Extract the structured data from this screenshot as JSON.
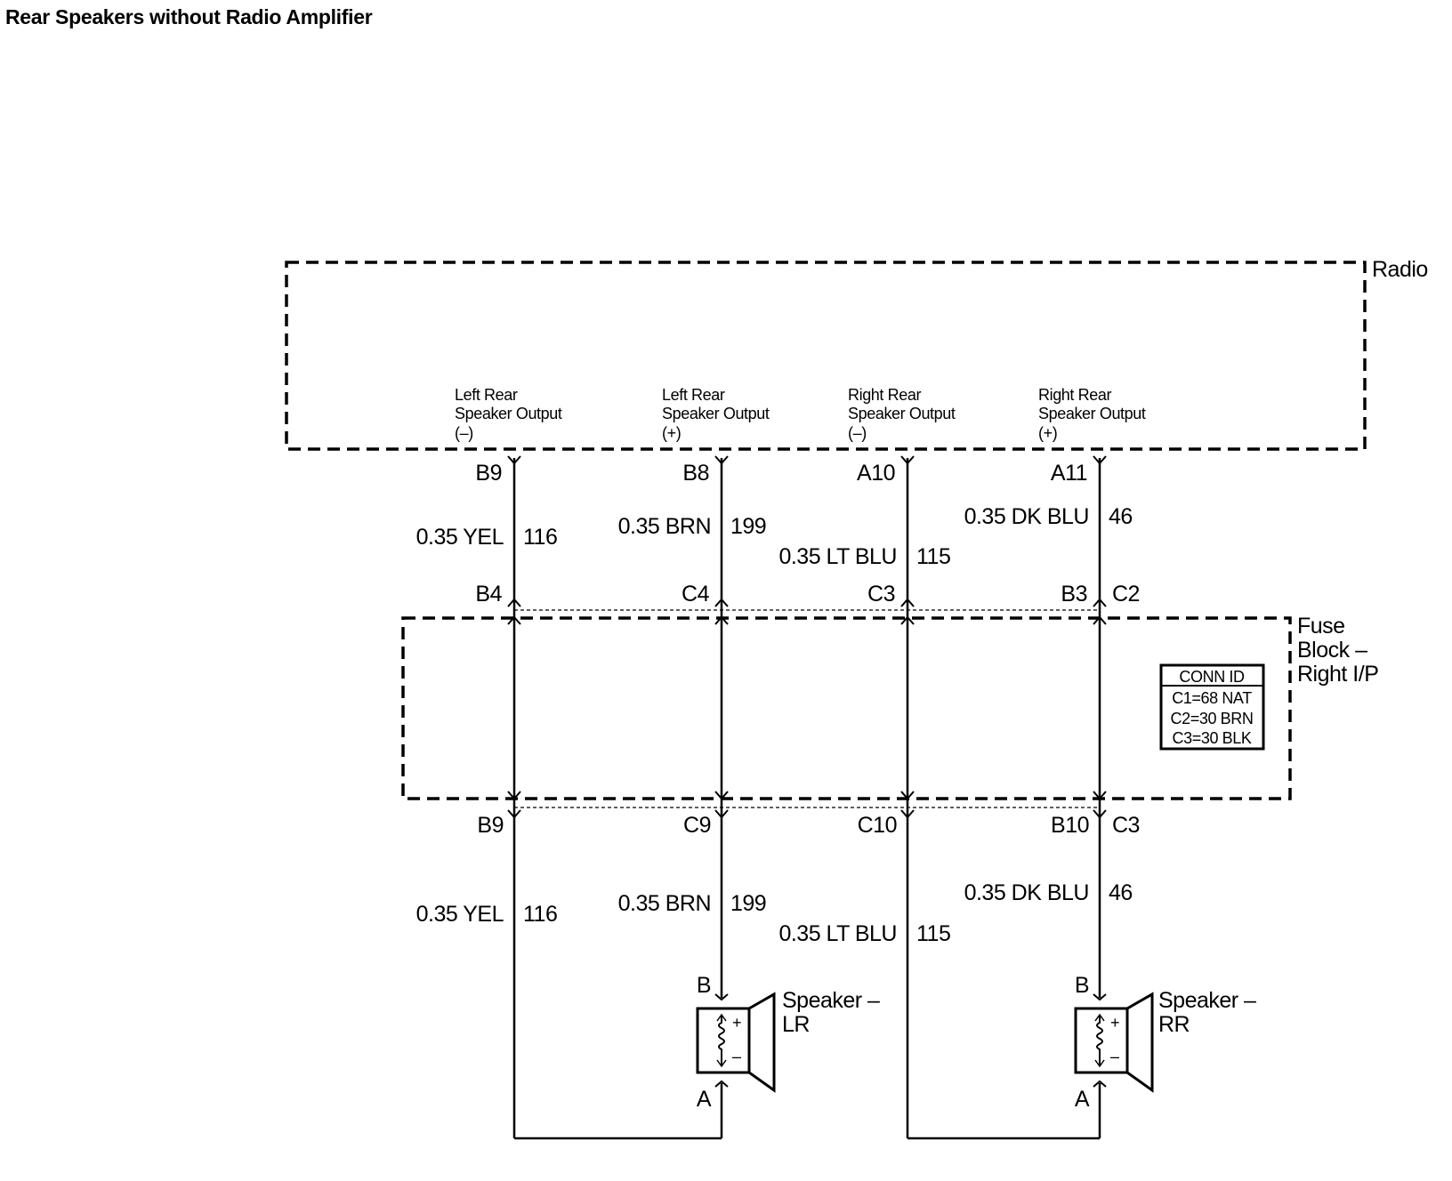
{
  "title": "Rear Speakers without Radio Amplifier",
  "radio": {
    "label": "Radio",
    "outputs": [
      {
        "line1": "Left Rear",
        "line2": "Speaker Output",
        "line3": "(–)"
      },
      {
        "line1": "Left Rear",
        "line2": "Speaker Output",
        "line3": "(+)"
      },
      {
        "line1": "Right Rear",
        "line2": "Speaker Output",
        "line3": "(–)"
      },
      {
        "line1": "Right Rear",
        "line2": "Speaker Output",
        "line3": "(+)"
      }
    ]
  },
  "fuse_block": {
    "label_line1": "Fuse",
    "label_line2": "Block –",
    "label_line3": "Right I/P",
    "conn_id": {
      "header": "CONN ID",
      "rows": [
        "C1=68 NAT",
        "C2=30 BRN",
        "C3=30 BLK"
      ]
    }
  },
  "circuits": [
    {
      "radio_pin": "B9",
      "fb_top_pin": "B4",
      "fb_top_conn": "",
      "fb_bottom_pin": "B9",
      "fb_bottom_conn": "",
      "wire_top": "0.35 YEL",
      "circuit_top": "116",
      "wire_bottom": "0.35 YEL",
      "circuit_bottom": "116"
    },
    {
      "radio_pin": "B8",
      "fb_top_pin": "C4",
      "fb_top_conn": "",
      "fb_bottom_pin": "C9",
      "fb_bottom_conn": "",
      "wire_top": "0.35 BRN",
      "circuit_top": "199",
      "wire_bottom": "0.35 BRN",
      "circuit_bottom": "199"
    },
    {
      "radio_pin": "A10",
      "fb_top_pin": "C3",
      "fb_top_conn": "",
      "fb_bottom_pin": "C10",
      "fb_bottom_conn": "",
      "wire_top": "0.35 LT BLU",
      "circuit_top": "115",
      "wire_bottom": "0.35 LT BLU",
      "circuit_bottom": "115"
    },
    {
      "radio_pin": "A11",
      "fb_top_pin": "B3",
      "fb_top_conn": "C2",
      "fb_bottom_pin": "B10",
      "fb_bottom_conn": "C3",
      "wire_top": "0.35 DK BLU",
      "circuit_top": "46",
      "wire_bottom": "0.35 DK BLU",
      "circuit_bottom": "46"
    }
  ],
  "speakers": [
    {
      "label_line1": "Speaker –",
      "label_line2": "LR",
      "pin_top": "B",
      "pin_bottom": "A",
      "plus": "+",
      "minus": "–"
    },
    {
      "label_line1": "Speaker –",
      "label_line2": "RR",
      "pin_top": "B",
      "pin_bottom": "A",
      "plus": "+",
      "minus": "–"
    }
  ]
}
